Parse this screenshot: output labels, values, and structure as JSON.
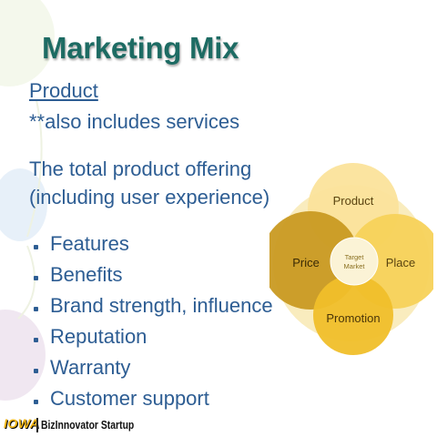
{
  "slide": {
    "title": "Marketing Mix",
    "subtitle": "Product",
    "note": "**also includes services",
    "description_lines": [
      "The total product offering",
      "(including user experience)"
    ],
    "bullets": [
      "Features",
      "Benefits",
      "Brand strength, influence",
      "Reputation",
      "Warranty",
      "Customer support"
    ]
  },
  "diagram": {
    "center_label_lines": [
      "Target",
      "Market"
    ],
    "circles": {
      "top": "Product",
      "left": "Price",
      "right": "Place",
      "bottom": "Promotion"
    },
    "colors": {
      "outer": "#f9ecbe",
      "top": "#fbe39b",
      "left": "#c99a22",
      "right": "#f7d25a",
      "bottom": "#f0bf2a",
      "center": "#fbf3d6"
    }
  },
  "footer": {
    "logo": "IOWA",
    "brand": "BizInnovator Startup"
  }
}
